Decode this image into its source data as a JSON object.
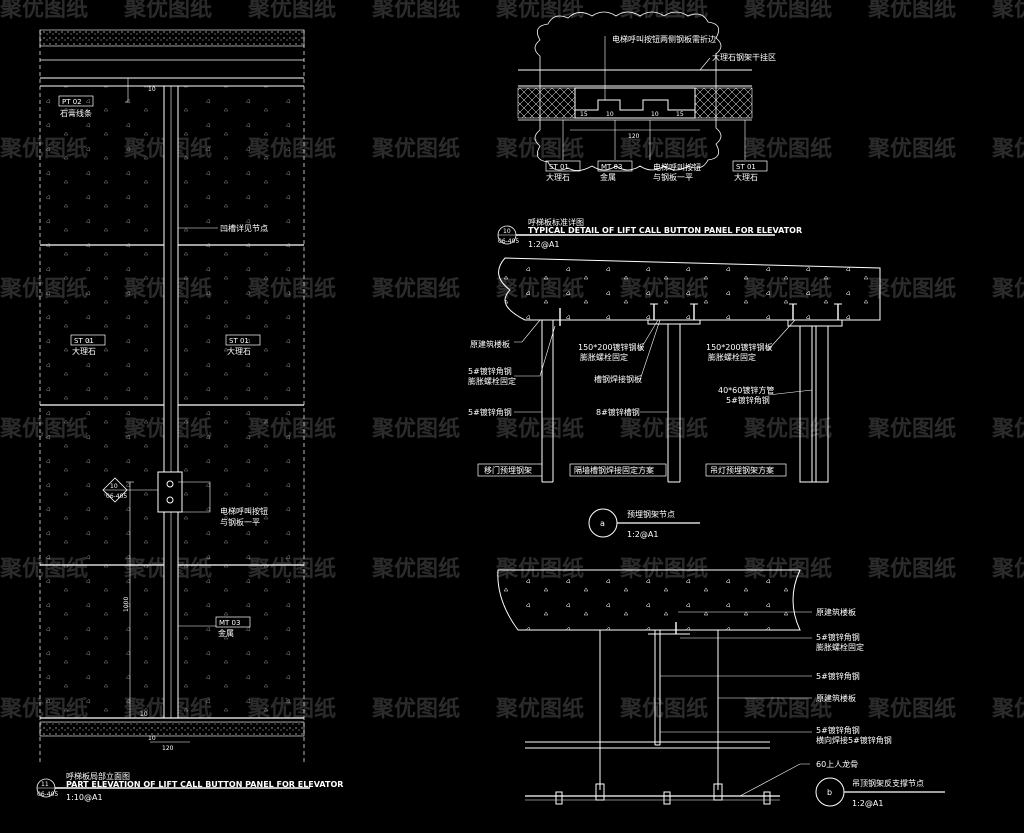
{
  "watermark": "聚优图纸",
  "left_elevation": {
    "tag_pt": "PT 02",
    "label_pt": "石膏线条",
    "tag_st_left": "ST 01",
    "label_st_left": "大理石",
    "tag_st_right": "ST 01",
    "label_st_right": "大理石",
    "label_groove": "凹槽详见节点",
    "label_button": "电梯呼叫按钮",
    "label_button2": "与钢板一平",
    "tag_mt": "MT 03",
    "label_mt": "金属",
    "dim_10_top": "10",
    "dim_10_bot": "10",
    "dim_10_bot2": "10",
    "dim_1000": "1000",
    "dim_120": "120",
    "callout_num": "10",
    "callout_ref": "06-405",
    "title_num": "11",
    "title_ref": "06-405",
    "title_cn": "呼梯板局部立面图",
    "title_en": "PART ELEVATION OF LIFT CALL BUTTON PANEL FOR ELEVATOR",
    "scale": "1:10@A1"
  },
  "detail_10": {
    "label_top1": "电梯呼叫按钮两侧钢板需折边",
    "label_top2": "大理石钢架干挂区",
    "tag_st_l": "ST 01",
    "label_st_l": "大理石",
    "tag_mt": "MT 03",
    "label_mt": "金属",
    "label_mid1": "电梯呼叫按钮",
    "label_mid2": "与钢板一平",
    "tag_st_r": "ST 01",
    "label_st_r": "大理石",
    "dim_15a": "15",
    "dim_10a": "10",
    "dim_10b": "10",
    "dim_15b": "15",
    "dim_120": "120",
    "title_num": "10",
    "title_ref": "06-405",
    "title_cn": "呼梯板标准详图",
    "title_en": "TYPICAL DETAIL OF LIFT CALL BUTTON PANEL FOR ELEVATOR",
    "scale": "1:2@A1"
  },
  "detail_a": {
    "label_slab": "原建筑楼板",
    "label_angle1": "5#镀锌角钢",
    "label_angle2": "膨胀螺栓固定",
    "label_angle3": "5#镀锌角钢",
    "label_plate1": "150*200镀锌钢板",
    "label_plate2": "膨胀螺栓固定",
    "label_plate3": "槽钢焊接钢板",
    "label_channel": "8#镀锌槽钢",
    "label_plate_r1": "150*200镀锌钢板",
    "label_plate_r2": "膨胀螺栓固定",
    "label_tube1": "40*60镀锌方管",
    "label_tube2": "5#镀锌角钢",
    "case1": "移门预埋钢架",
    "case2": "隔墙槽钢焊接固定方案",
    "case3": "吊灯预埋钢架方案",
    "title_letter": "a",
    "title_cn": "预埋钢架节点",
    "scale": "1:2@A1"
  },
  "detail_b": {
    "label_1": "原建筑楼板",
    "label_2a": "5#镀锌角钢",
    "label_2b": "膨胀螺栓固定",
    "label_3": "5#镀锌角钢",
    "label_4": "原建筑楼板",
    "label_5a": "5#镀锌角钢",
    "label_5b": "横向焊接5#镀锌角钢",
    "label_6": "60上人龙骨",
    "title_letter": "b",
    "title_cn": "吊顶钢架反支撑节点",
    "scale": "1:2@A1"
  }
}
